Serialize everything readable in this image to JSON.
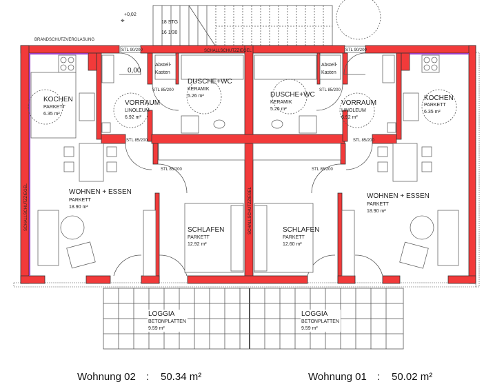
{
  "title": "Grundriss Wohnung 01 / 02",
  "colors": {
    "wall": "#f23a3a",
    "accent": "#9b3fc4"
  },
  "annotations": {
    "elevation_outside": "+0,02",
    "elevation_inside": "0,00",
    "stairs_count": "18 STG",
    "stairs_ratio": "16 1/30",
    "fire_glazing": "BRANDSCHUTZVERGLASUNG",
    "sound_wall": "SCHALLSCHUTZZIEGEL",
    "door_entry": "STL 90/200",
    "door_inner": "STL 85/200"
  },
  "units": [
    {
      "name": "Wohnung 02",
      "area": "50.34 m²",
      "rooms": {
        "kitchen": {
          "name": "KOCHEN",
          "floor": "PARKETT",
          "area": "6.35 m²"
        },
        "hall": {
          "name": "VORRAUM",
          "floor": "LINOLEUM",
          "area": "6.92 m²"
        },
        "bath": {
          "name": "DUSCHE+WC",
          "floor": "KERAMIK",
          "area": "5.26 m²"
        },
        "storage": {
          "line1": "Abstell-",
          "line2": "Kasten"
        },
        "living": {
          "name": "WOHNEN + ESSEN",
          "floor": "PARKETT",
          "area": "18.90 m²"
        },
        "bedroom": {
          "name": "SCHLAFEN",
          "floor": "PARKETT",
          "area": "12.92 m²"
        },
        "loggia": {
          "name": "LOGGIA",
          "floor": "BETONPLATTEN",
          "area": "9.59 m²"
        }
      }
    },
    {
      "name": "Wohnung 01",
      "area": "50.02 m²",
      "rooms": {
        "kitchen": {
          "name": "KOCHEN",
          "floor": "PARKETT",
          "area": "6.35 m²"
        },
        "hall": {
          "name": "VORRAUM",
          "floor": "LINOLEUM",
          "area": "6.92 m²"
        },
        "bath": {
          "name": "DUSCHE+WC",
          "floor": "KERAMIK",
          "area": "5.26 m²"
        },
        "storage": {
          "line1": "Abstell-",
          "line2": "Kasten"
        },
        "living": {
          "name": "WOHNEN + ESSEN",
          "floor": "PARKETT",
          "area": "18.90 m²"
        },
        "bedroom": {
          "name": "SCHLAFEN",
          "floor": "PARKETT",
          "area": "12.60 m²"
        },
        "loggia": {
          "name": "LOGGIA",
          "floor": "BETONPLATTEN",
          "area": "9.59 m²"
        }
      }
    }
  ],
  "footer": {
    "sep": ":"
  }
}
